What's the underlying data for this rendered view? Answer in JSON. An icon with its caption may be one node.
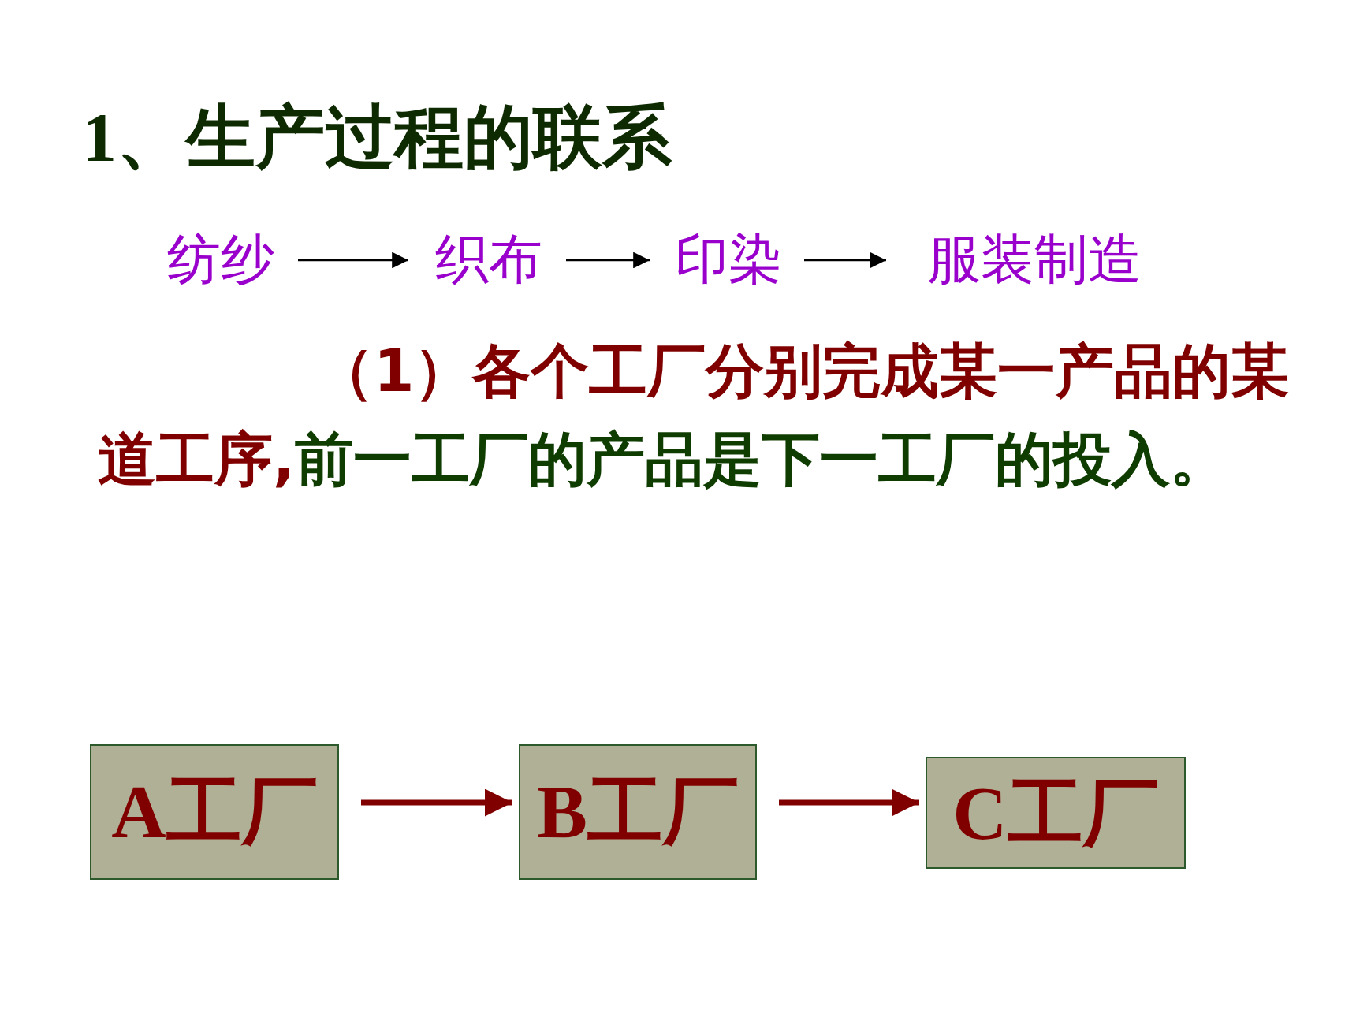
{
  "diagram": {
    "title": "1、生产过程的联系",
    "nodes": [
      {
        "text": [
          "纺纱"
        ]
      },
      {
        "text": [
          "织布"
        ]
      },
      {
        "text": [
          "印染"
        ]
      },
      {
        "text": [
          "服装制造"
        ]
      },
      {
        "text": [
          "A工厂"
        ]
      },
      {
        "text": [
          "B工厂"
        ]
      },
      {
        "text": [
          "C工厂"
        ]
      }
    ],
    "edges": [
      {
        "from": 0,
        "to": 1,
        "arrow": "to"
      },
      {
        "from": 1,
        "to": 2,
        "arrow": "to"
      },
      {
        "from": 2,
        "to": 3,
        "arrow": "to"
      },
      {
        "from": 4,
        "to": 5,
        "arrow": "to",
        "style": "thick",
        "color": "#800000"
      },
      {
        "from": 5,
        "to": 6,
        "arrow": "to",
        "style": "thick",
        "color": "#800000"
      }
    ],
    "labels": [
      "（1）各个工厂分别完成某一产品的某道工序,",
      "前一工厂的产品是下一工厂的投入。"
    ]
  }
}
